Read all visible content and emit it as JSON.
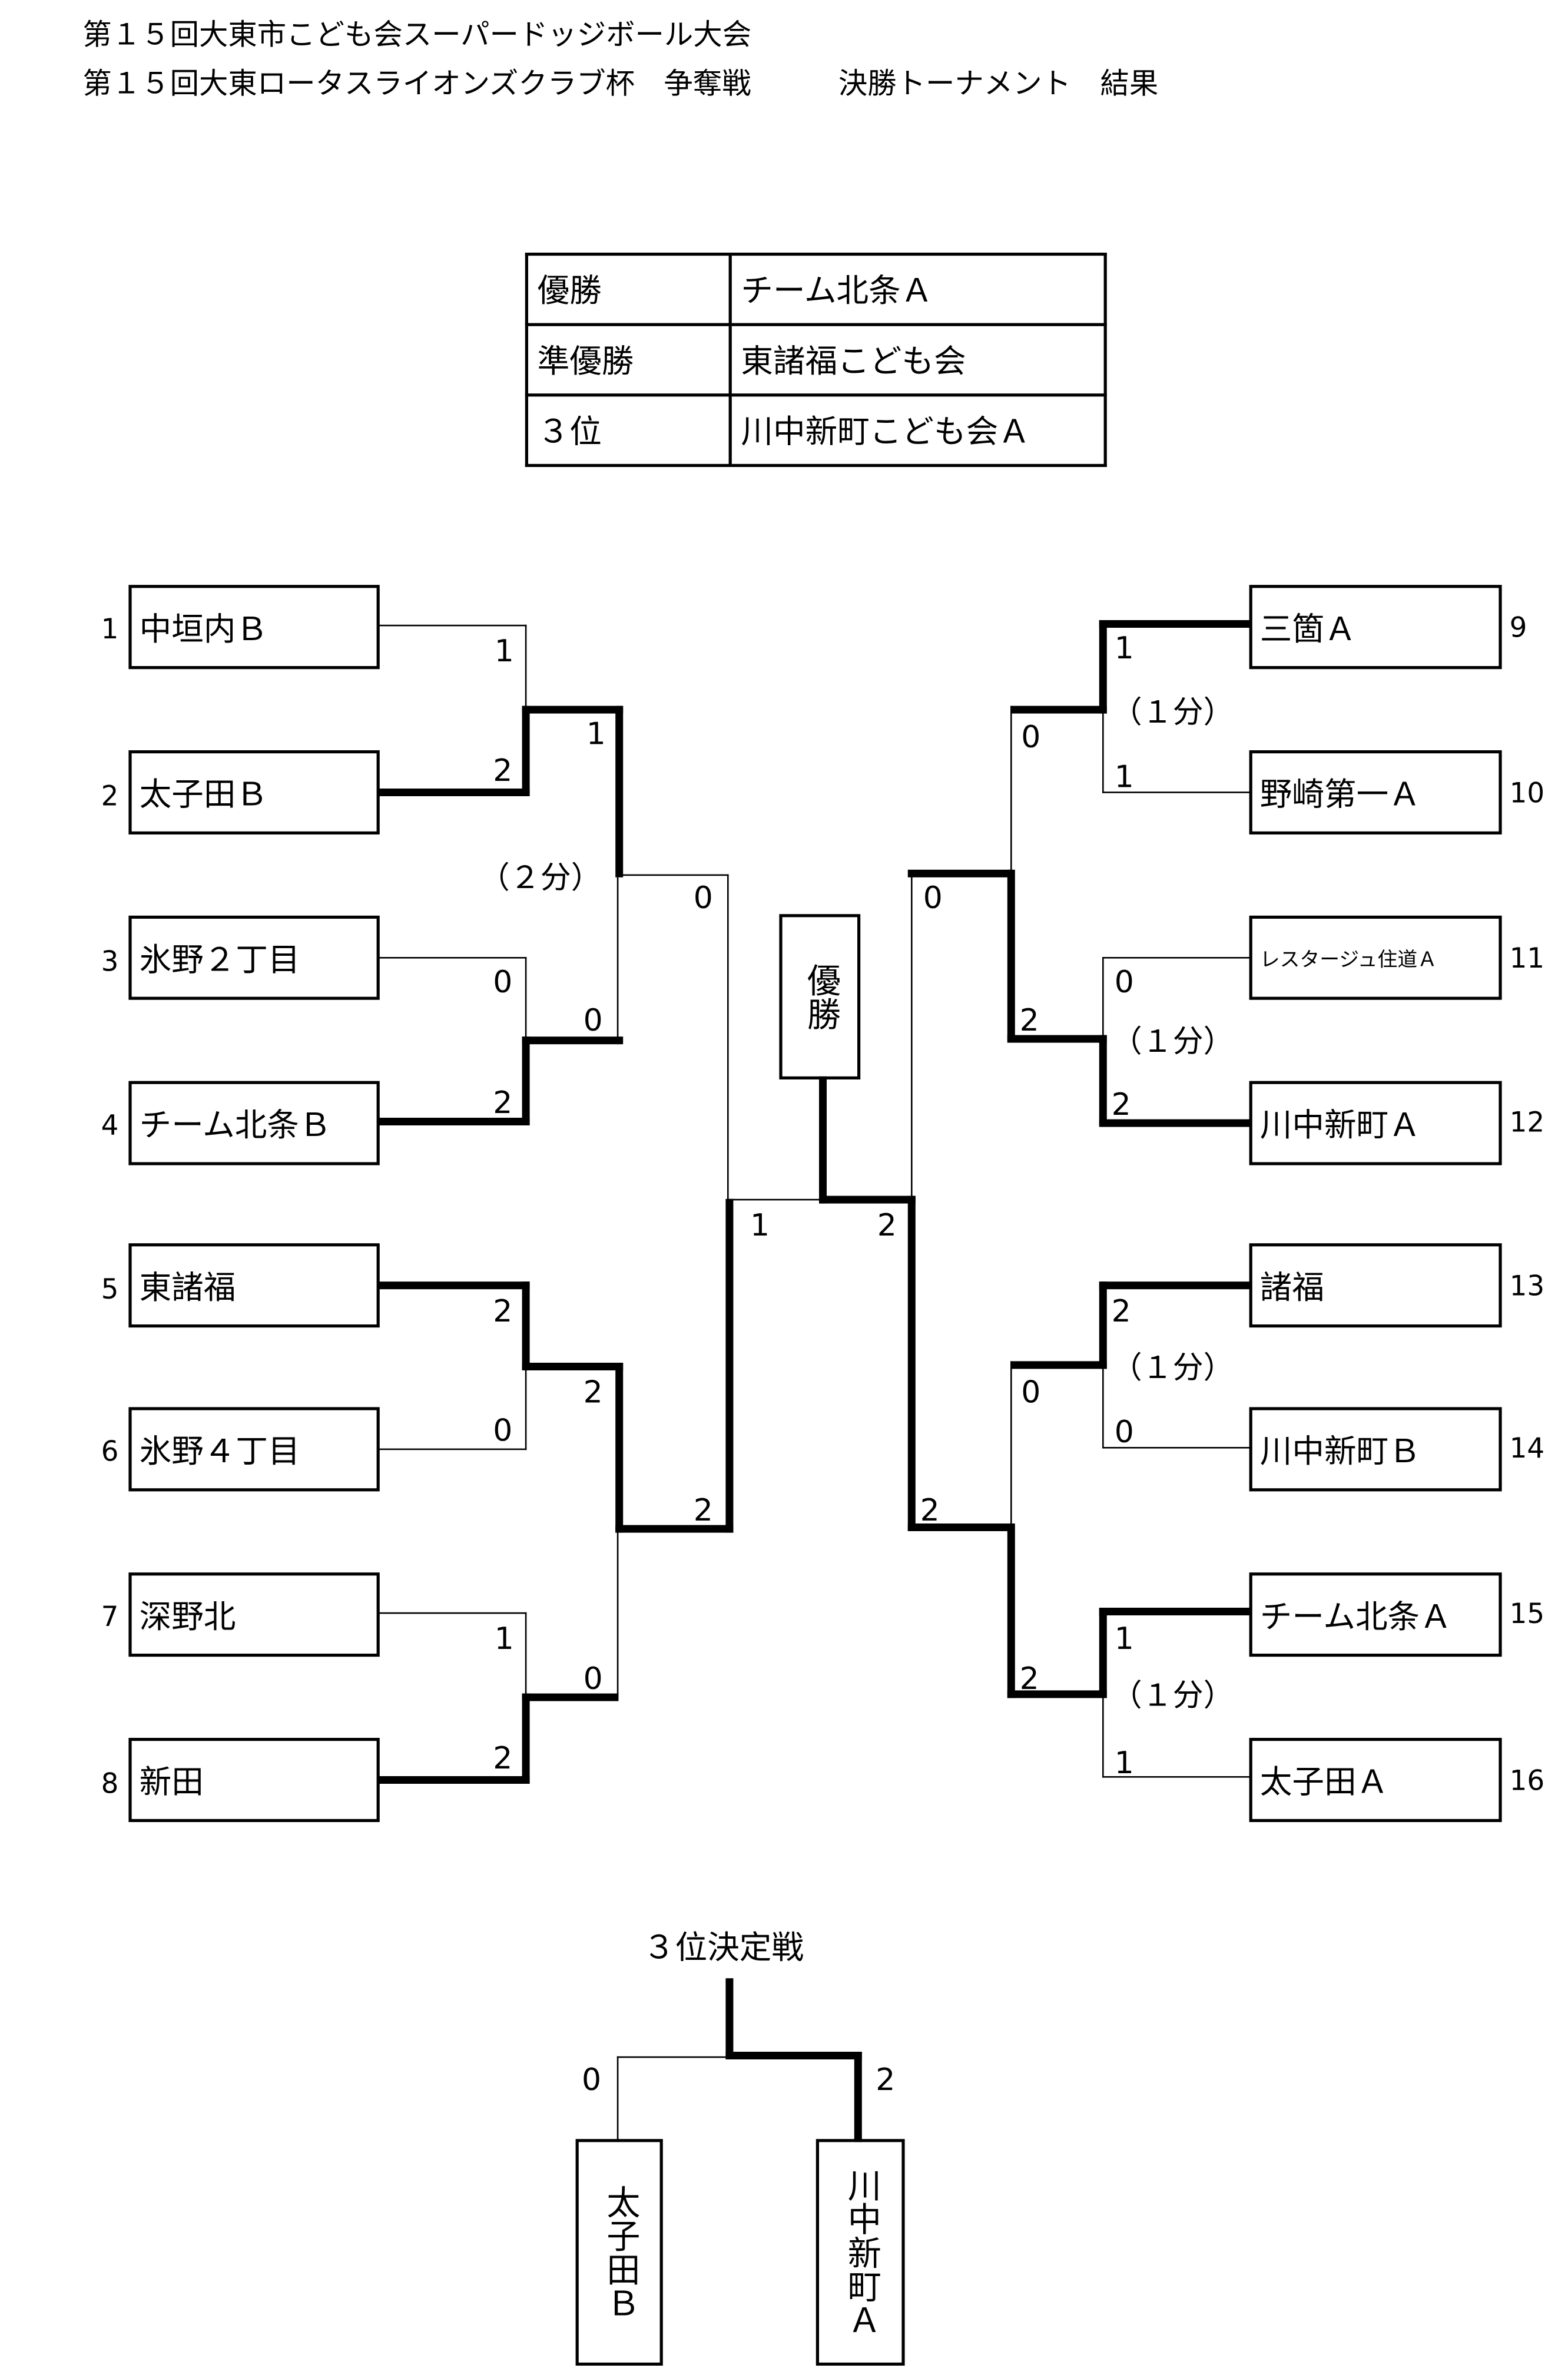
{
  "header": {
    "line1": "第１５回大東市こども会スーパードッジボール大会",
    "line2": "第１５回大東ロータスライオンズクラブ杯　争奪戦　　　決勝トーナメント　結果"
  },
  "results": [
    {
      "label": "優勝",
      "team": "チーム北条Ａ"
    },
    {
      "label": "準優勝",
      "team": "東諸福こども会"
    },
    {
      "label": "３位",
      "team": "川中新町こども会Ａ"
    }
  ],
  "teams_left": [
    {
      "seed": "1",
      "name": "中垣内Ｂ"
    },
    {
      "seed": "2",
      "name": "太子田Ｂ"
    },
    {
      "seed": "3",
      "name": "氷野２丁目"
    },
    {
      "seed": "4",
      "name": "チーム北条Ｂ"
    },
    {
      "seed": "5",
      "name": "東諸福"
    },
    {
      "seed": "6",
      "name": "氷野４丁目"
    },
    {
      "seed": "7",
      "name": "深野北"
    },
    {
      "seed": "8",
      "name": "新田"
    }
  ],
  "teams_right": [
    {
      "seed": "9",
      "name": "三箇Ａ"
    },
    {
      "seed": "10",
      "name": "野崎第一Ａ"
    },
    {
      "seed": "11",
      "name": "レスタージュ住道Ａ"
    },
    {
      "seed": "12",
      "name": "川中新町Ａ"
    },
    {
      "seed": "13",
      "name": "諸福"
    },
    {
      "seed": "14",
      "name": "川中新町Ｂ"
    },
    {
      "seed": "15",
      "name": "チーム北条Ａ"
    },
    {
      "seed": "16",
      "name": "太子田Ａ"
    }
  ],
  "scores": {
    "l_r1_m1_a": "1",
    "l_r1_m1_b": "2",
    "l_r1_m2_a": "0",
    "l_r1_m2_b": "2",
    "l_r1_m3_a": "2",
    "l_r1_m3_b": "0",
    "l_r1_m4_a": "1",
    "l_r1_m4_b": "2",
    "l_r2_m1_a": "1",
    "l_r2_m1_b": "0",
    "l_r2_m2_a": "2",
    "l_r2_m2_b": "0",
    "l_semi_a": "0",
    "l_semi_b": "2",
    "final_l": "1",
    "final_r": "2",
    "r_semi_a": "0",
    "r_semi_b": "2",
    "r_r2_m1_a": "0",
    "r_r2_m1_b": "2",
    "r_r2_m2_a": "0",
    "r_r2_m2_b": "2",
    "r_r1_m1_a": "1",
    "r_r1_m1_b": "1",
    "r_r1_m2_a": "0",
    "r_r1_m2_b": "2",
    "r_r1_m3_a": "2",
    "r_r1_m3_b": "0",
    "r_r1_m4_a": "1",
    "r_r1_m4_b": "1"
  },
  "overtime": {
    "l_r2_m1": "（２分）",
    "r_r1_m1": "（１分）",
    "r_r1_m2": "（１分）",
    "r_r1_m3": "（１分）",
    "r_r1_m4": "（１分）"
  },
  "champion_label": "優勝",
  "third_place": {
    "title": "３位決定戦",
    "team_a": "太子田Ｂ",
    "team_b": "川中新町Ａ",
    "score_a": "0",
    "score_b": "2"
  }
}
